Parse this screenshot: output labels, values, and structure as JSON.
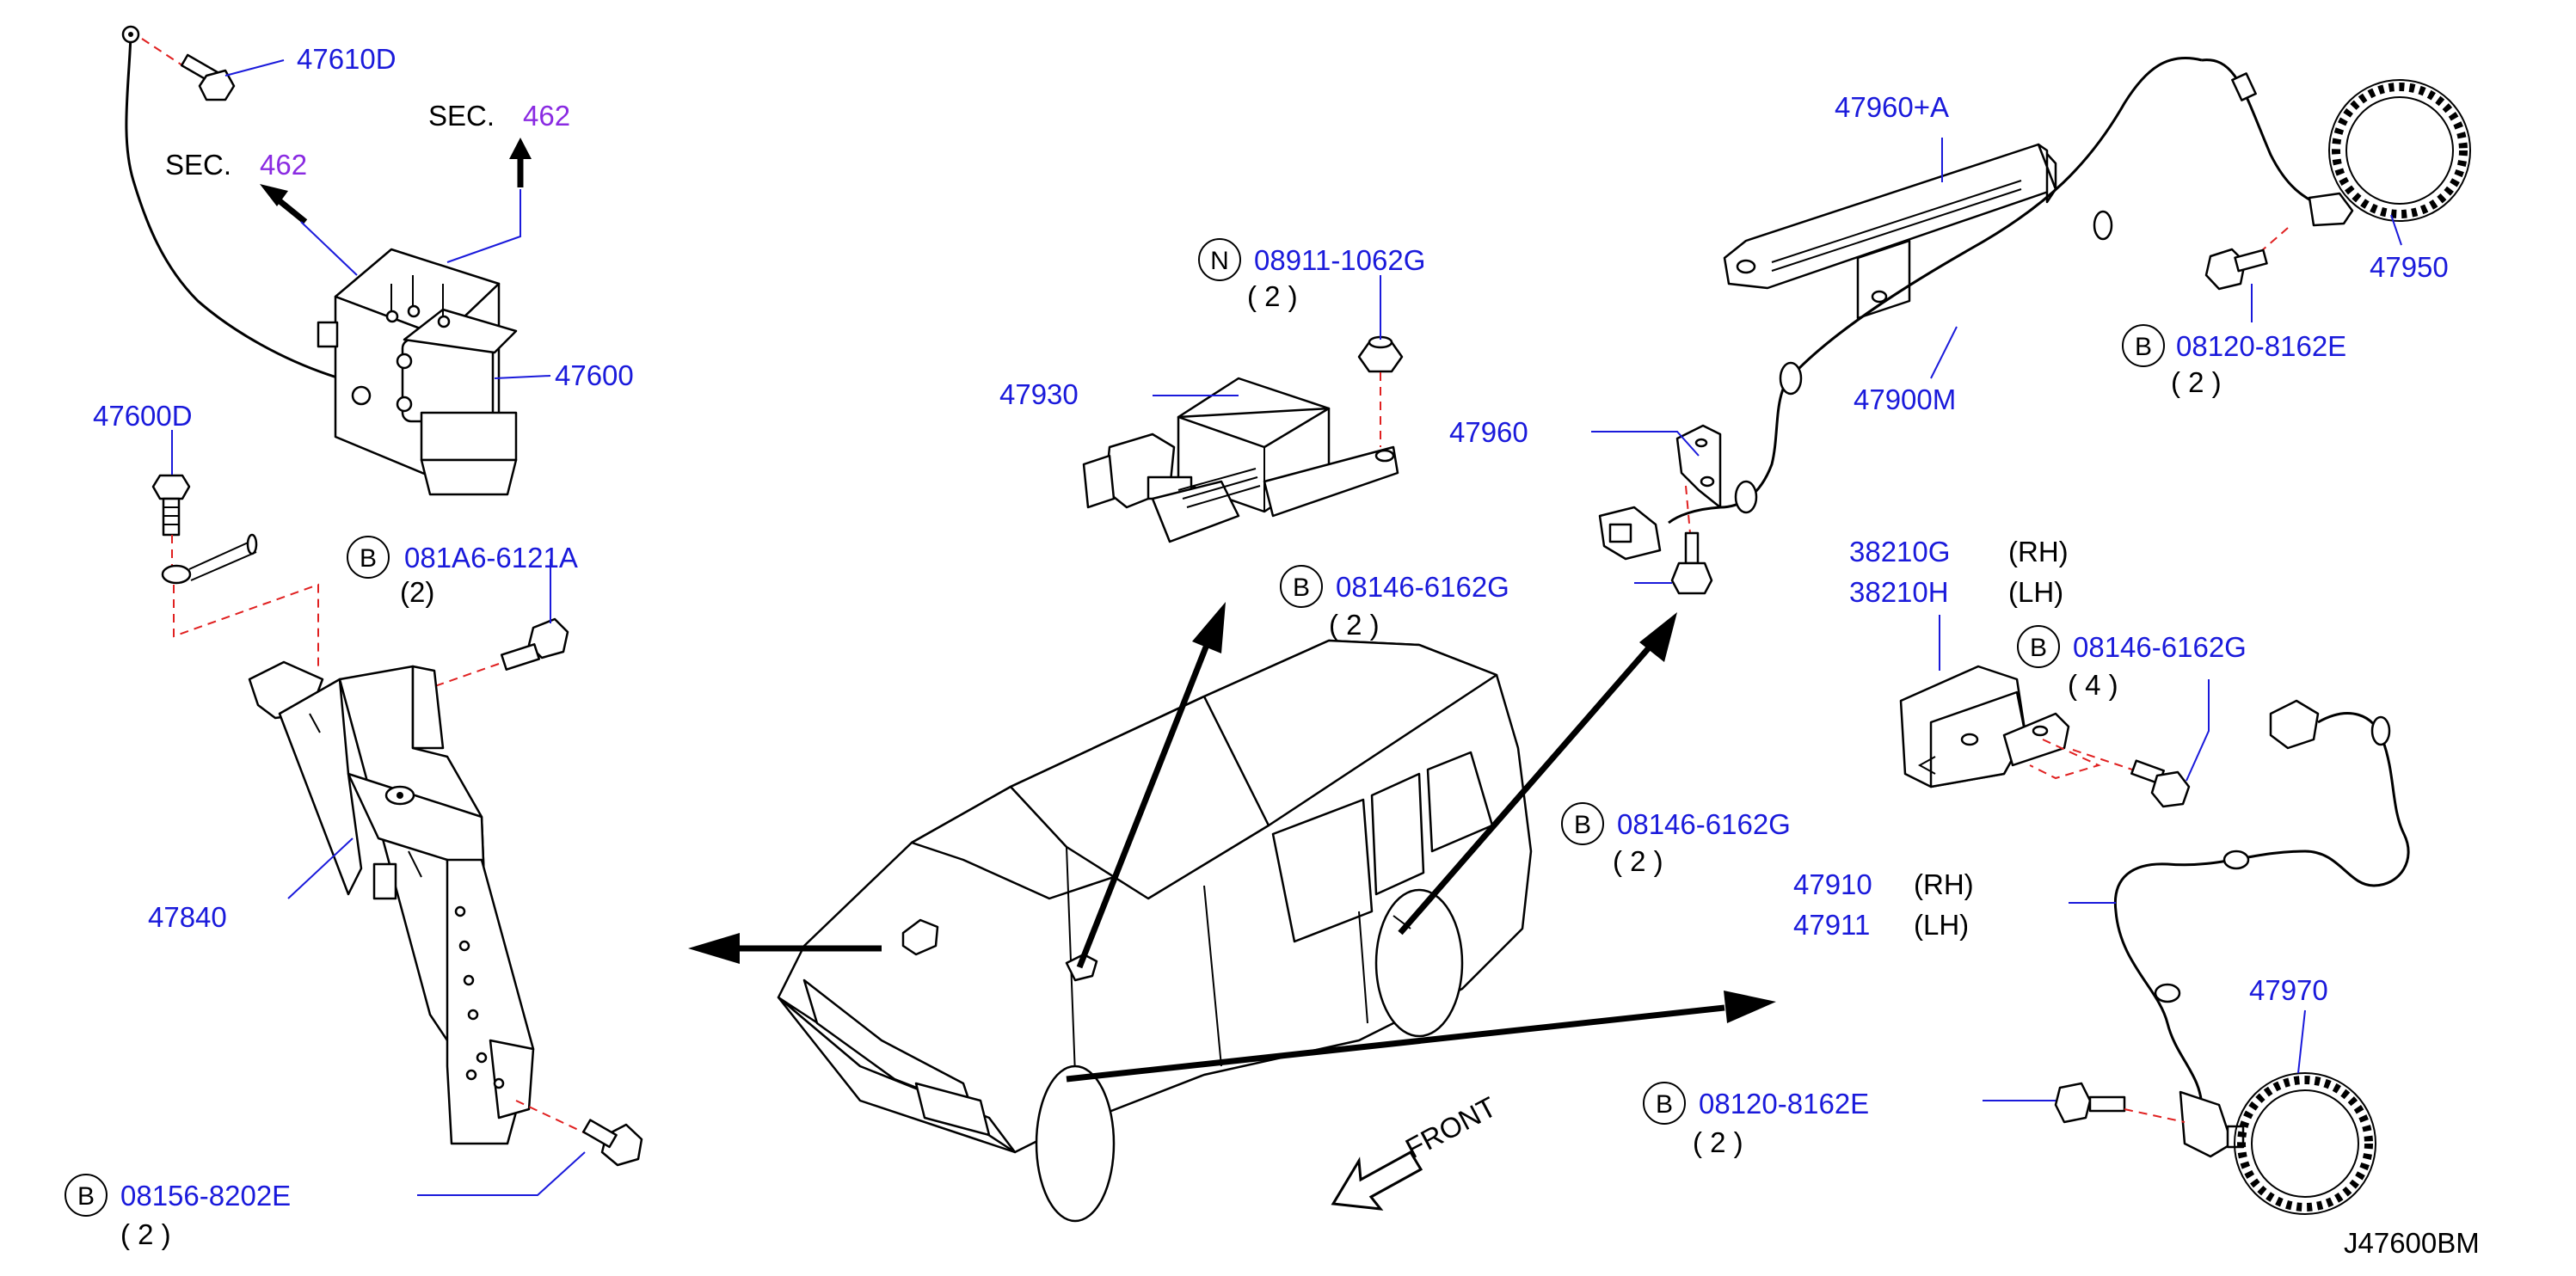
{
  "labels": {
    "p47610D": "47610D",
    "sec_a": "SEC.",
    "sec_a_num": "462",
    "sec_b": "SEC.",
    "sec_b_num": "462",
    "p47600": "47600",
    "p47600D": "47600D",
    "b_081A6": "081A6-6121A",
    "b_081A6_qty": "(2)",
    "p47840": "47840",
    "b_08156": "08156-8202E",
    "b_08156_qty": "( 2 )",
    "n_08911": "08911-1062G",
    "n_08911_qty": "( 2 )",
    "p47930": "47930",
    "b_08146_top": "08146-6162G",
    "b_08146_top_qty": "( 2 )",
    "p47960A": "47960+A",
    "p47960": "47960",
    "p47900M": "47900M",
    "p47950": "47950",
    "b_08120_top": "08120-8162E",
    "b_08120_top_qty": "( 2 )",
    "p38210G": "38210G",
    "p38210G_side": "(RH)",
    "p38210H": "38210H",
    "p38210H_side": "(LH)",
    "b_08146_right": "08146-6162G",
    "b_08146_right_qty": "( 4 )",
    "b_08146_mid": "08146-6162G",
    "b_08146_mid_qty": "( 2 )",
    "p47910": "47910",
    "p47910_side": "(RH)",
    "p47911": "47911",
    "p47911_side": "(LH)",
    "p47970": "47970",
    "b_08120_bottom": "08120-8162E",
    "b_08120_bottom_qty": "( 2 )",
    "front": "FRONT",
    "diagram_id": "J47600BM",
    "circle_b": "B",
    "circle_n": "N"
  },
  "colors": {
    "part_number": "#1a1adb",
    "section_number": "#8a2be2",
    "dashed_leader": "#e02020",
    "line_art": "#000000"
  }
}
